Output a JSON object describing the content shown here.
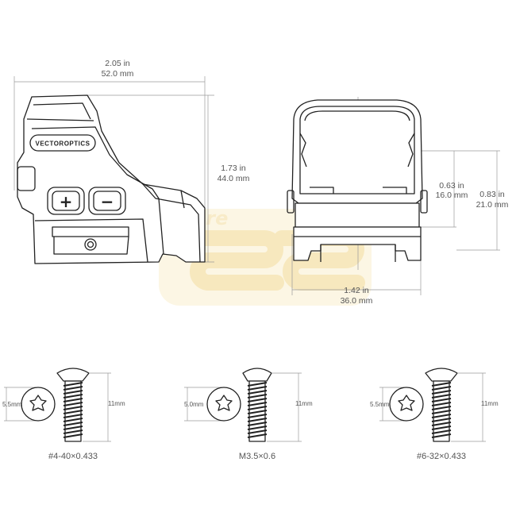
{
  "watermark": {
    "text": "Store",
    "colors": [
      "#f6e1a6",
      "#fbf0cf"
    ]
  },
  "brand_logo": "VECTOROPTICS",
  "side_view": {
    "width": {
      "in": "2.05 in",
      "mm": "52.0 mm"
    },
    "height": {
      "in": "1.73 in",
      "mm": "44.0 mm"
    },
    "button_plus": "+",
    "button_minus": "−"
  },
  "front_view": {
    "window_height": {
      "in": "0.63 in",
      "mm": "16.0 mm"
    },
    "total_height": {
      "in": "0.83 in",
      "mm": "21.0 mm"
    },
    "width": {
      "in": "1.42 in",
      "mm": "36.0 mm"
    }
  },
  "screws": [
    {
      "thread": "#4-40×0.433",
      "head_diameter": "5.5mm",
      "length": "11mm"
    },
    {
      "thread": "M3.5×0.6",
      "head_diameter": "5.0mm",
      "length": "11mm"
    },
    {
      "thread": "#6-32×0.433",
      "head_diameter": "5.5mm",
      "length": "11mm"
    }
  ]
}
